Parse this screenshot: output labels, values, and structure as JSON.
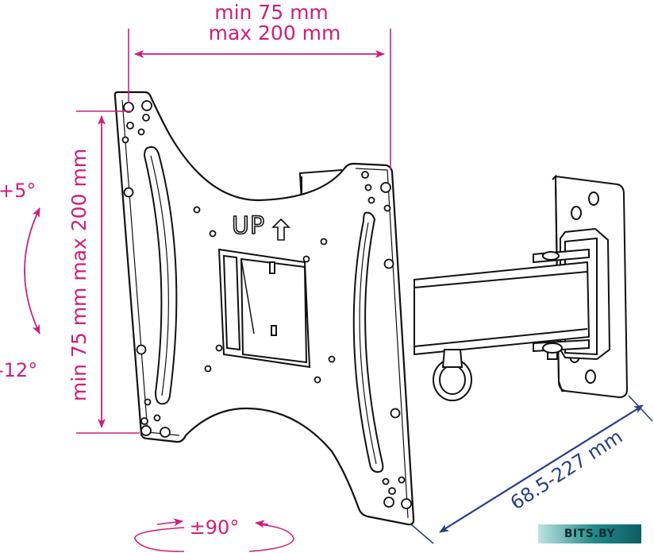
{
  "dimensions": {
    "horizontal_min": "min 75 mm",
    "horizontal_max": "max 200 mm",
    "vertical": "min 75 mm max 200 mm",
    "arm_extension": "68.5-227 mm"
  },
  "tilt": {
    "up": "+5°",
    "down": "-12°"
  },
  "swivel": "±90°",
  "plate_label": "UP",
  "watermark": "BITS.BY",
  "colors": {
    "dimension": "#cc1f7a",
    "extension": "#2b3f84",
    "drawing": "#111111"
  }
}
